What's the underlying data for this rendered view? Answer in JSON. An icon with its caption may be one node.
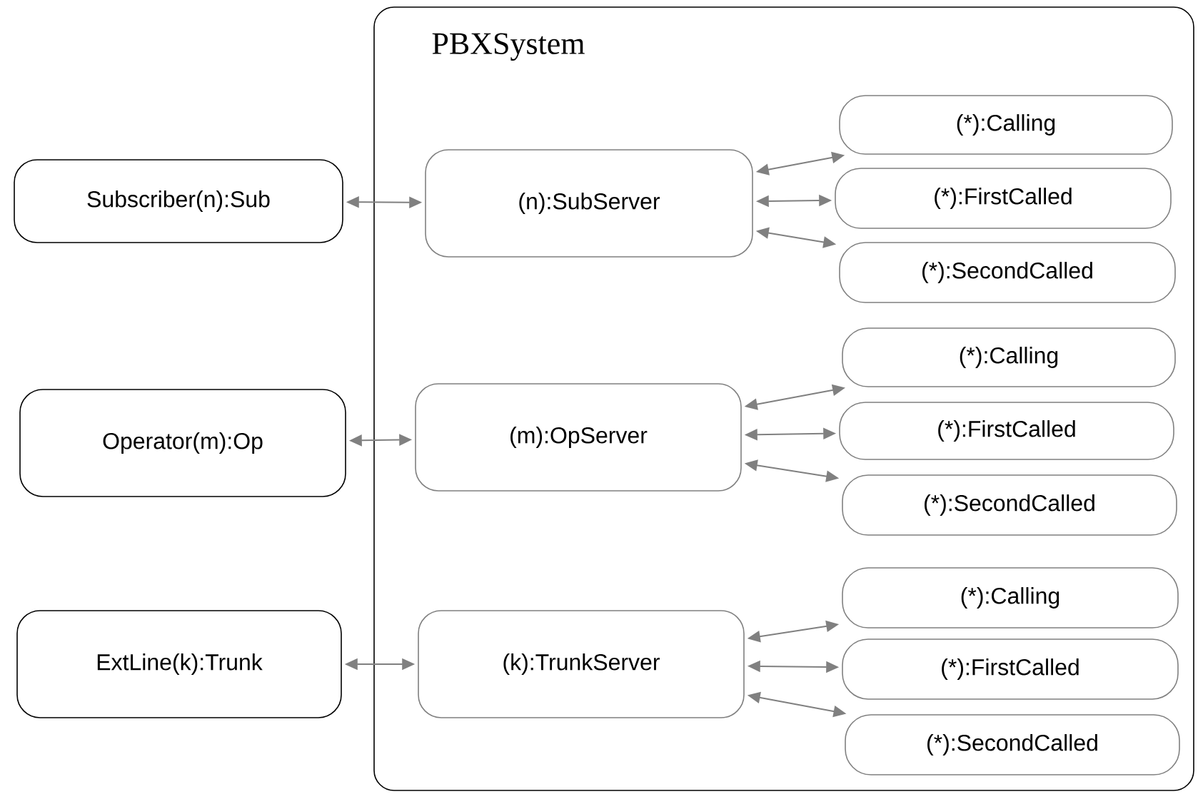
{
  "diagram": {
    "nodes": [
      {
        "text": [
          "PBXSystem"
        ]
      },
      {
        "text": [
          "Subscriber(n):Sub"
        ]
      },
      {
        "text": [
          "(n):SubServer"
        ],
        "in": 0
      },
      {
        "text": [
          "(*):Calling"
        ],
        "in": 0
      },
      {
        "text": [
          "(*):FirstCalled"
        ],
        "in": 0
      },
      {
        "text": [
          "(*):SecondCalled"
        ],
        "in": 0
      },
      {
        "text": [
          "Operator(m):Op"
        ]
      },
      {
        "text": [
          "(m):OpServer"
        ],
        "in": 0
      },
      {
        "text": [
          "(*):Calling"
        ],
        "in": 0
      },
      {
        "text": [
          "(*):FirstCalled"
        ],
        "in": 0
      },
      {
        "text": [
          "(*):SecondCalled"
        ],
        "in": 0
      },
      {
        "text": [
          "ExtLine(k):Trunk"
        ]
      },
      {
        "text": [
          "(k):TrunkServer"
        ],
        "in": 0
      },
      {
        "text": [
          "(*):Calling"
        ],
        "in": 0
      },
      {
        "text": [
          "(*):FirstCalled"
        ],
        "in": 0
      },
      {
        "text": [
          "(*):SecondCalled"
        ],
        "in": 0
      }
    ],
    "edges": [
      {
        "from": 1,
        "to": 2,
        "arrow": "both"
      },
      {
        "from": 2,
        "to": 3,
        "arrow": "both"
      },
      {
        "from": 2,
        "to": 4,
        "arrow": "both"
      },
      {
        "from": 2,
        "to": 5,
        "arrow": "both"
      },
      {
        "from": 6,
        "to": 7,
        "arrow": "both"
      },
      {
        "from": 7,
        "to": 8,
        "arrow": "both"
      },
      {
        "from": 7,
        "to": 9,
        "arrow": "both"
      },
      {
        "from": 7,
        "to": 10,
        "arrow": "both"
      },
      {
        "from": 11,
        "to": 12,
        "arrow": "both"
      },
      {
        "from": 12,
        "to": 13,
        "arrow": "both"
      },
      {
        "from": 12,
        "to": 14,
        "arrow": "both"
      },
      {
        "from": 12,
        "to": 15,
        "arrow": "both"
      }
    ]
  }
}
